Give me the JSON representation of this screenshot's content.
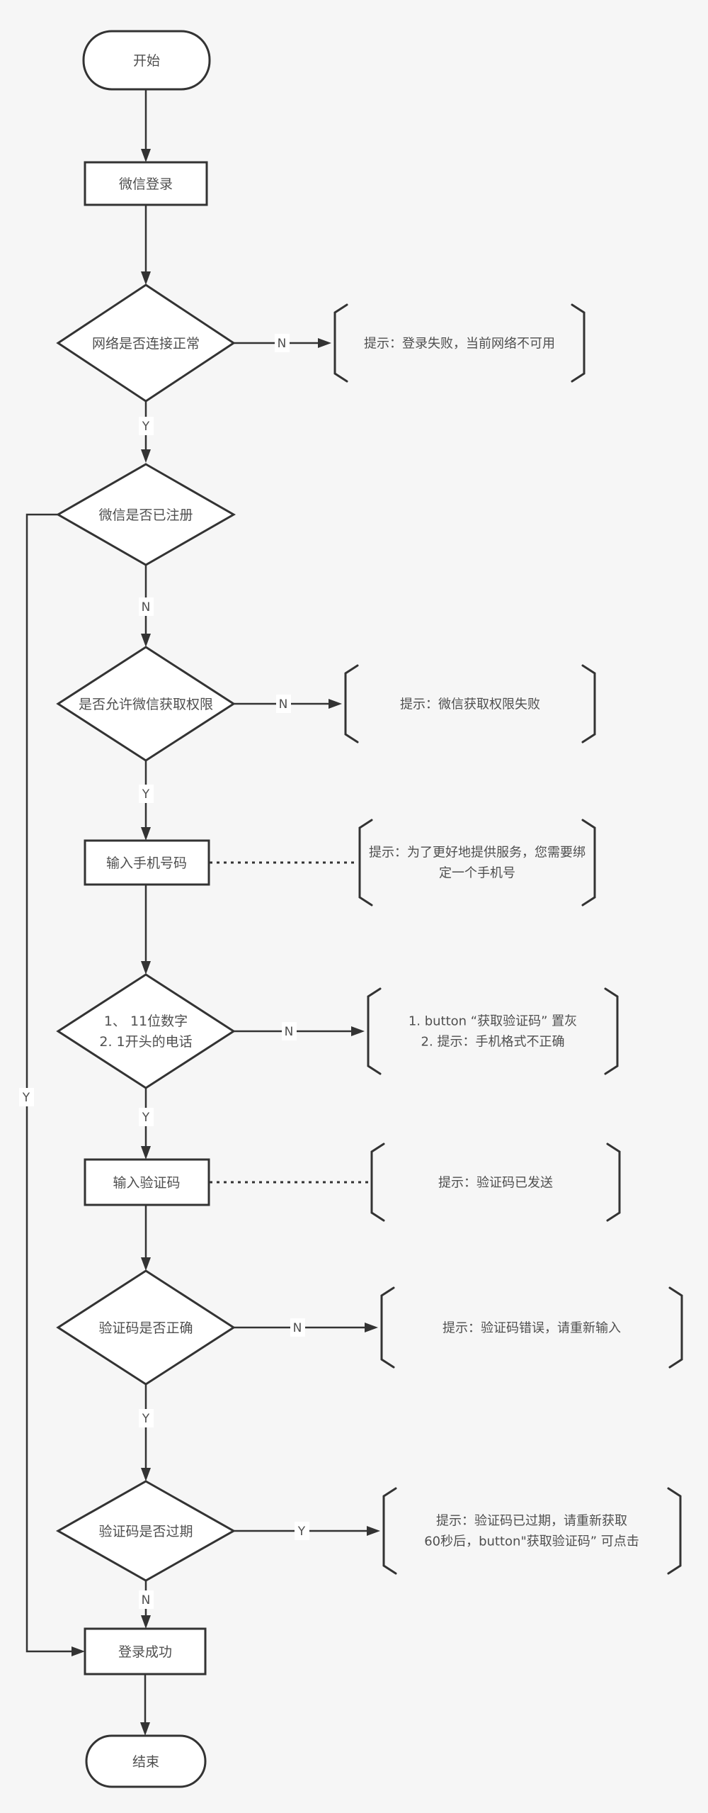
{
  "colors": {
    "canvas-bg": "#f6f6f6",
    "shape-fill": "#ffffff",
    "line": "#333333",
    "text": "#4f4f4f",
    "label-bg": "#ffffff"
  },
  "nodes": {
    "start": {
      "label": "开始"
    },
    "wechat_login": {
      "label": "微信登录"
    },
    "network_check": {
      "label": "网络是否连接正常"
    },
    "registered_check": {
      "label": "微信是否已注册"
    },
    "permission_check": {
      "label": "是否允许微信获取权限"
    },
    "enter_phone": {
      "label": "输入手机号码"
    },
    "phone_format_check": {
      "line1": "1、 11位数字",
      "line2": "2. 1开头的电话"
    },
    "enter_code": {
      "label": "输入验证码"
    },
    "code_correct_check": {
      "label": "验证码是否正确"
    },
    "code_expired_check": {
      "label": "验证码是否过期"
    },
    "login_success": {
      "label": "登录成功"
    },
    "end": {
      "label": "结束"
    }
  },
  "edges": {
    "network_no": "N",
    "network_yes": "Y",
    "registered_no": "N",
    "registered_yes": "Y",
    "permission_no": "N",
    "permission_yes": "Y",
    "phone_no": "N",
    "phone_yes": "Y",
    "code_correct_no": "N",
    "code_correct_yes": "Y",
    "code_expired_yes": "Y",
    "code_expired_no": "N"
  },
  "notes": {
    "login_fail": {
      "line1": "提示：登录失败，当前网络不可用"
    },
    "permission_fail": {
      "line1": "提示：微信获取权限失败"
    },
    "bind_phone": {
      "line1": "提示：为了更好地提供服务，您需要绑",
      "line2": "定一个手机号"
    },
    "phone_invalid": {
      "line1": "1. button “获取验证码” 置灰",
      "line2": "2. 提示：手机格式不正确"
    },
    "code_sent": {
      "line1": "提示：验证码已发送"
    },
    "code_wrong": {
      "line1": "提示：验证码错误，请重新输入"
    },
    "code_expired": {
      "line1": "提示：验证码已过期，请重新获取",
      "line2": "60秒后，button\"获取验证码” 可点击"
    }
  }
}
